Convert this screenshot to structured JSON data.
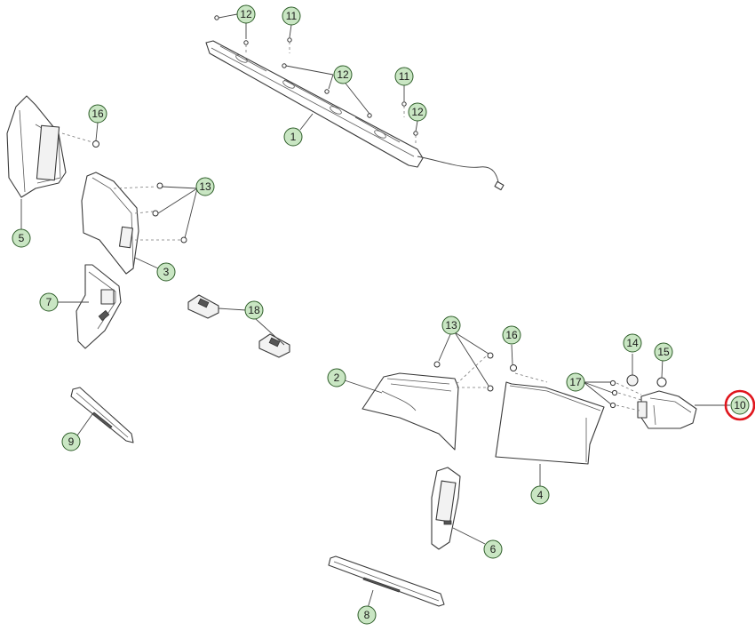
{
  "callouts": [
    {
      "label": "12"
    },
    {
      "label": "11"
    },
    {
      "label": "12"
    },
    {
      "label": "11"
    },
    {
      "label": "12"
    },
    {
      "label": "1"
    },
    {
      "label": "16"
    },
    {
      "label": "5"
    },
    {
      "label": "13"
    },
    {
      "label": "3"
    },
    {
      "label": "7"
    },
    {
      "label": "18"
    },
    {
      "label": "9"
    },
    {
      "label": "13"
    },
    {
      "label": "16"
    },
    {
      "label": "14"
    },
    {
      "label": "15"
    },
    {
      "label": "2"
    },
    {
      "label": "17"
    },
    {
      "label": "10"
    },
    {
      "label": "4"
    },
    {
      "label": "6"
    },
    {
      "label": "8"
    }
  ],
  "highlight": {
    "label": "10",
    "color": "#e0161d"
  },
  "colors": {
    "callout_fill": "#c9e6c3",
    "callout_stroke": "#2f5e2a",
    "highlight": "#e0161d"
  }
}
